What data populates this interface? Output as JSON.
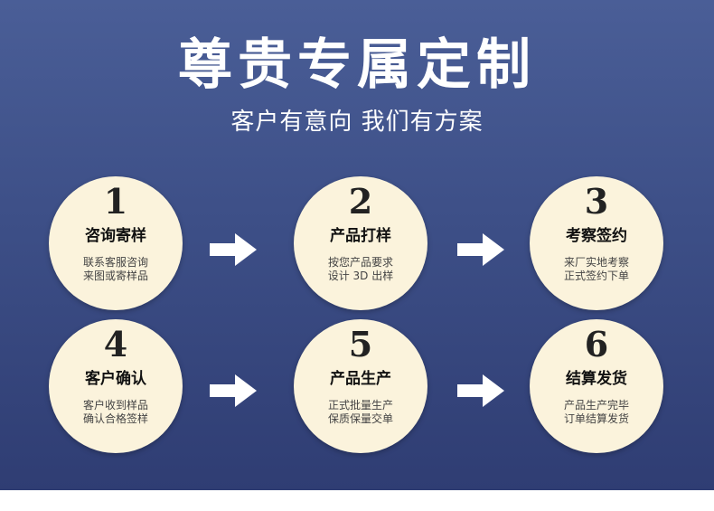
{
  "header": {
    "title": "尊贵专属定制",
    "subtitle": "客户有意向 我们有方案"
  },
  "steps": [
    {
      "number": "1",
      "name": "咨询寄样",
      "line1": "联系客服咨询",
      "line2": "来图或寄样品"
    },
    {
      "number": "2",
      "name": "产品打样",
      "line1": "按您产品要求",
      "line2": "设计 3D 出样"
    },
    {
      "number": "3",
      "name": "考察签约",
      "line1": "来厂实地考察",
      "line2": "正式签约下单"
    },
    {
      "number": "4",
      "name": "客户确认",
      "line1": "客户收到样品",
      "line2": "确认合格签样"
    },
    {
      "number": "5",
      "name": "产品生产",
      "line1": "正式批量生产",
      "line2": "保质保量交单"
    },
    {
      "number": "6",
      "name": "结算发货",
      "line1": "产品生产完毕",
      "line2": "订单结算发货"
    }
  ],
  "colors": {
    "background_top": "#4a5e97",
    "background_bottom": "#2f3d73",
    "circle_fill": "#fbf3dc",
    "arrow": "#ffffff"
  },
  "icons": [
    "right-arrow-icon"
  ]
}
